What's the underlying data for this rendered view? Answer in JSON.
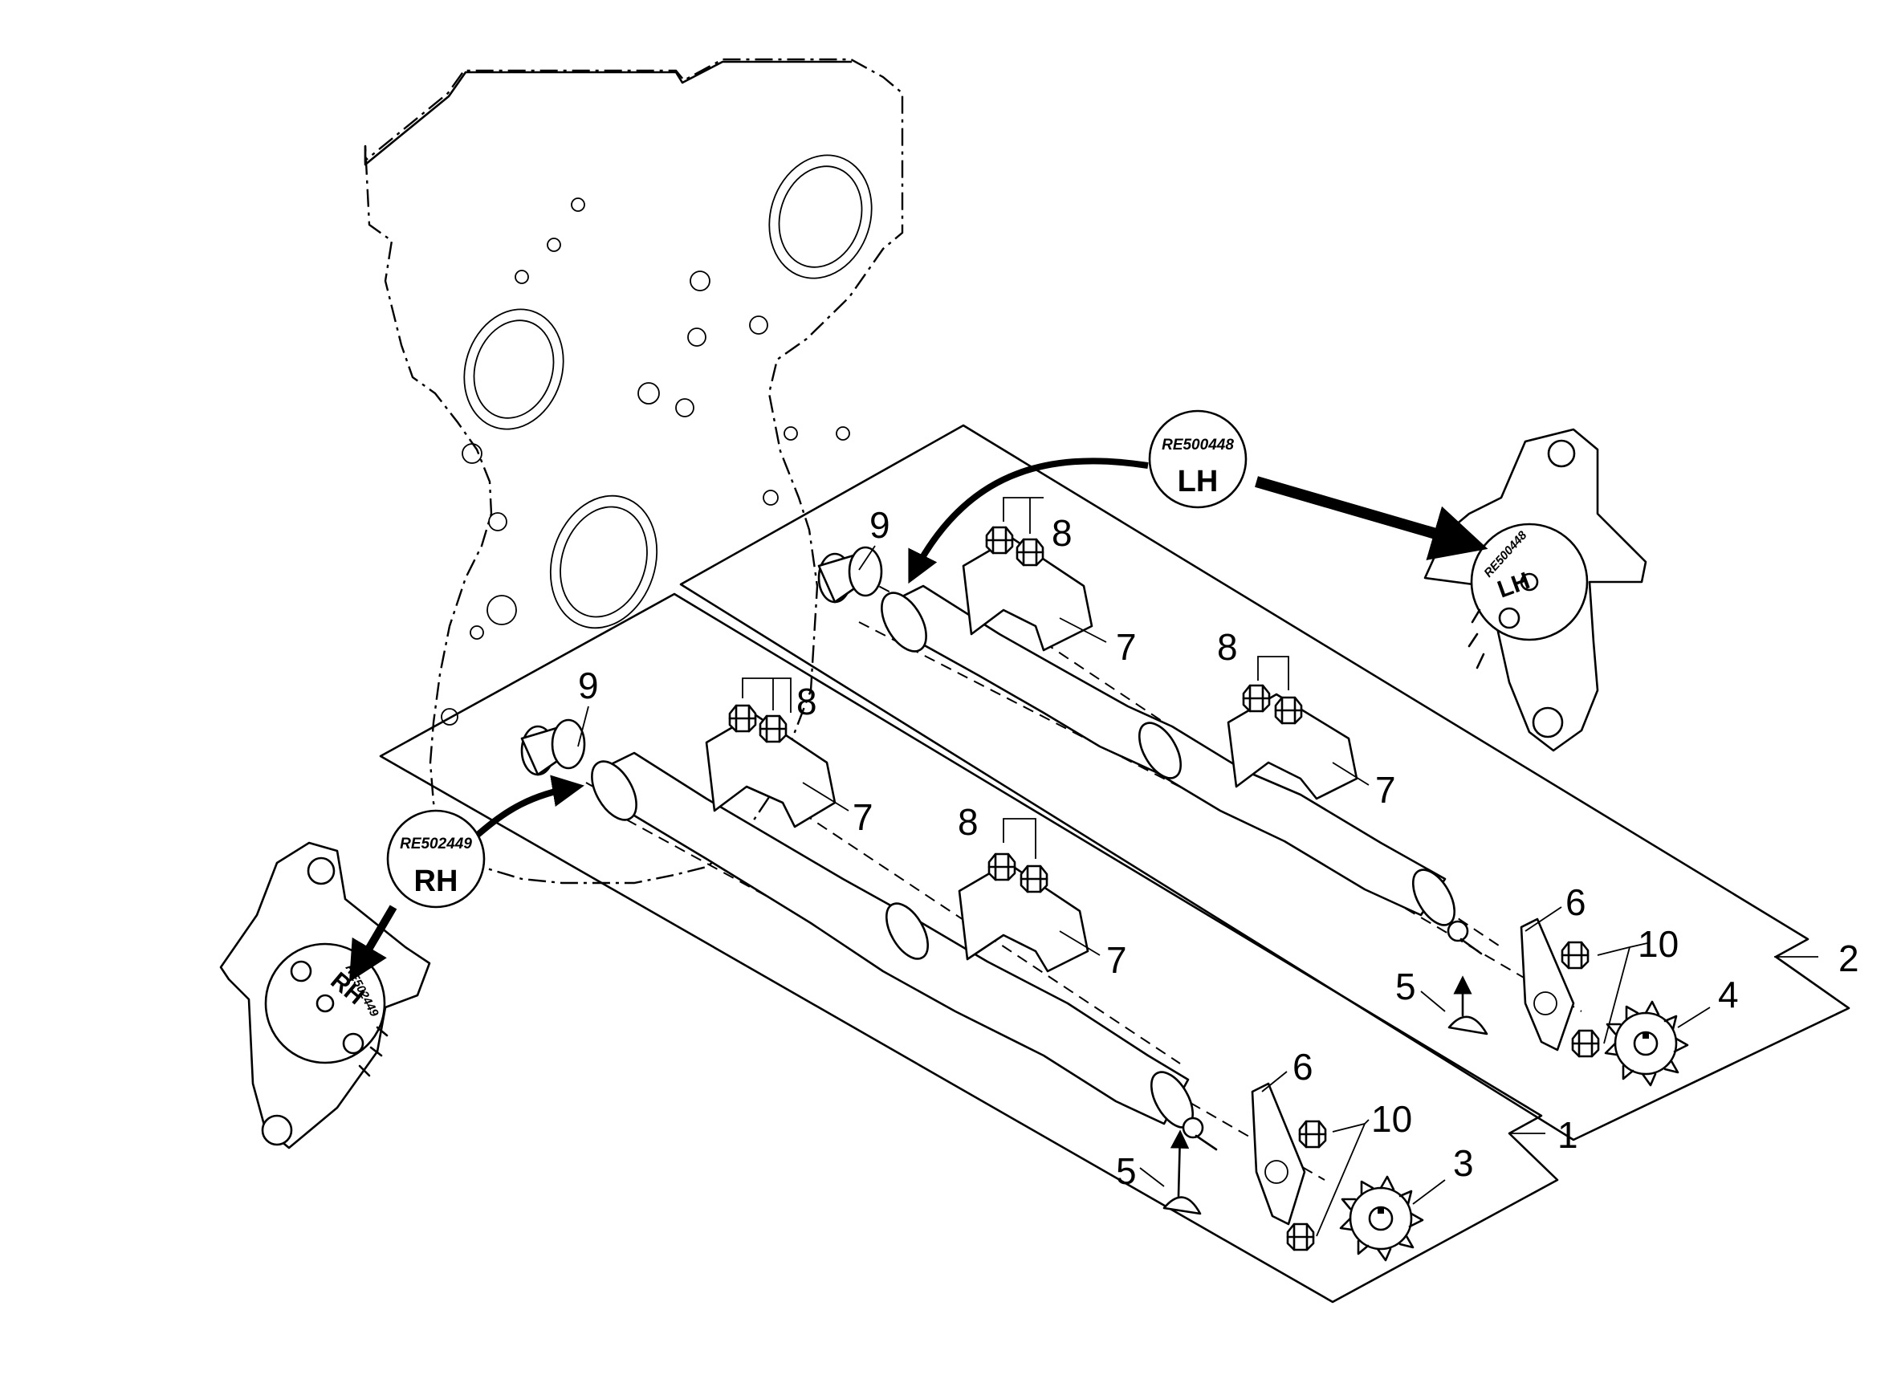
{
  "callouts": {
    "c1": "1",
    "c2": "2",
    "c3": "3",
    "c4": "4",
    "c5": "5",
    "c6": "6",
    "c7": "7",
    "c8": "8",
    "c9": "9",
    "c10": "10"
  },
  "badges": {
    "lh": {
      "code": "RE500448",
      "side": "LH"
    },
    "rh": {
      "code": "RE502449",
      "side": "RH"
    }
  },
  "stamps": {
    "lh": {
      "code": "RE500448",
      "side": "LH"
    },
    "rh": {
      "code": "RE502449",
      "side": "RH"
    }
  }
}
